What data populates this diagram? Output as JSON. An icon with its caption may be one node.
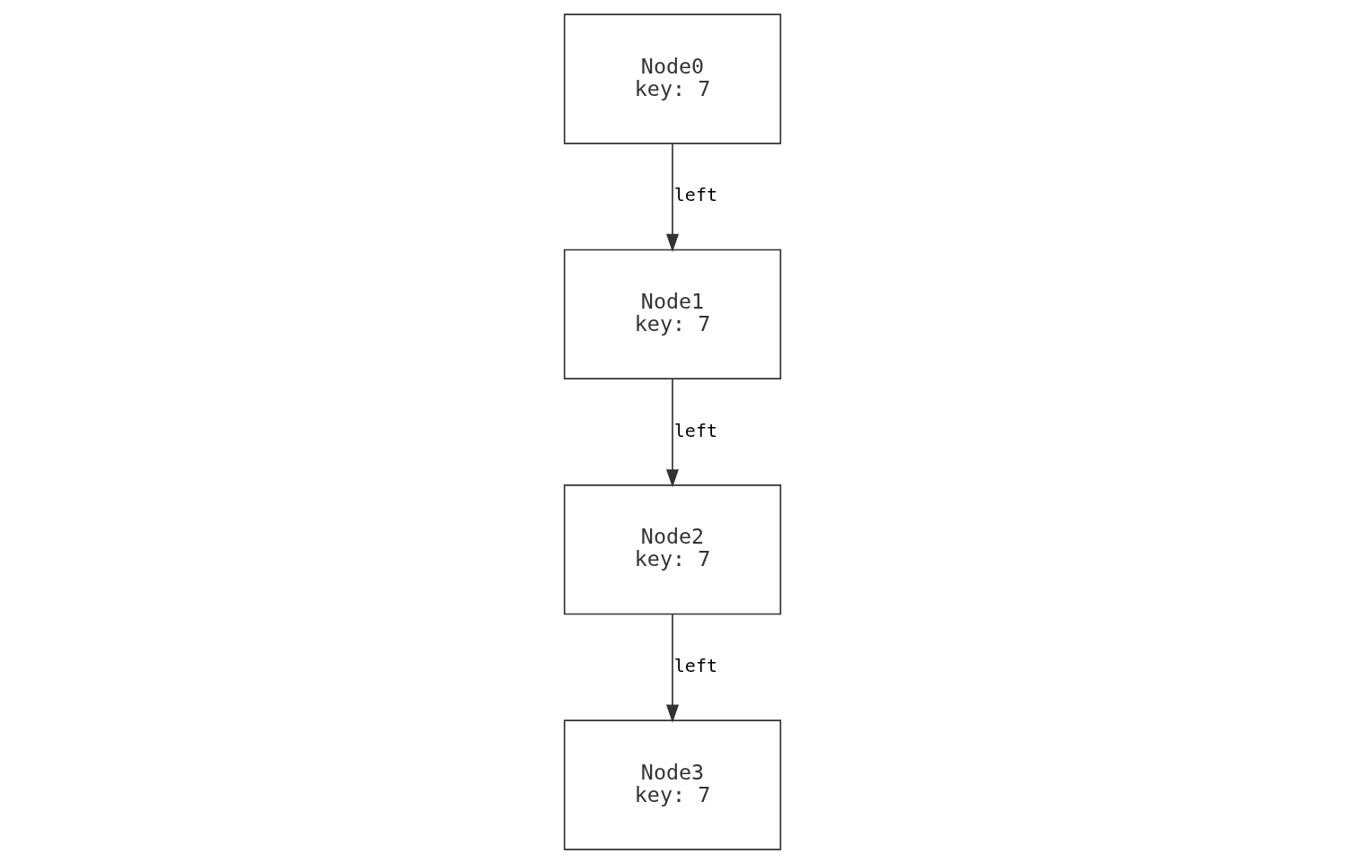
{
  "diagram": {
    "nodes": [
      {
        "text": [
          "Node0",
          "key: 7"
        ]
      },
      {
        "text": [
          "Node1",
          "key: 7"
        ]
      },
      {
        "text": [
          "Node2",
          "key: 7"
        ]
      },
      {
        "text": [
          "Node3",
          "key: 7"
        ]
      }
    ],
    "edges": [
      {
        "from": 0,
        "to": 1,
        "arrow": "to",
        "label": "left"
      },
      {
        "from": 1,
        "to": 2,
        "arrow": "to",
        "label": "left"
      },
      {
        "from": 2,
        "to": 3,
        "arrow": "to",
        "label": "left"
      }
    ]
  }
}
